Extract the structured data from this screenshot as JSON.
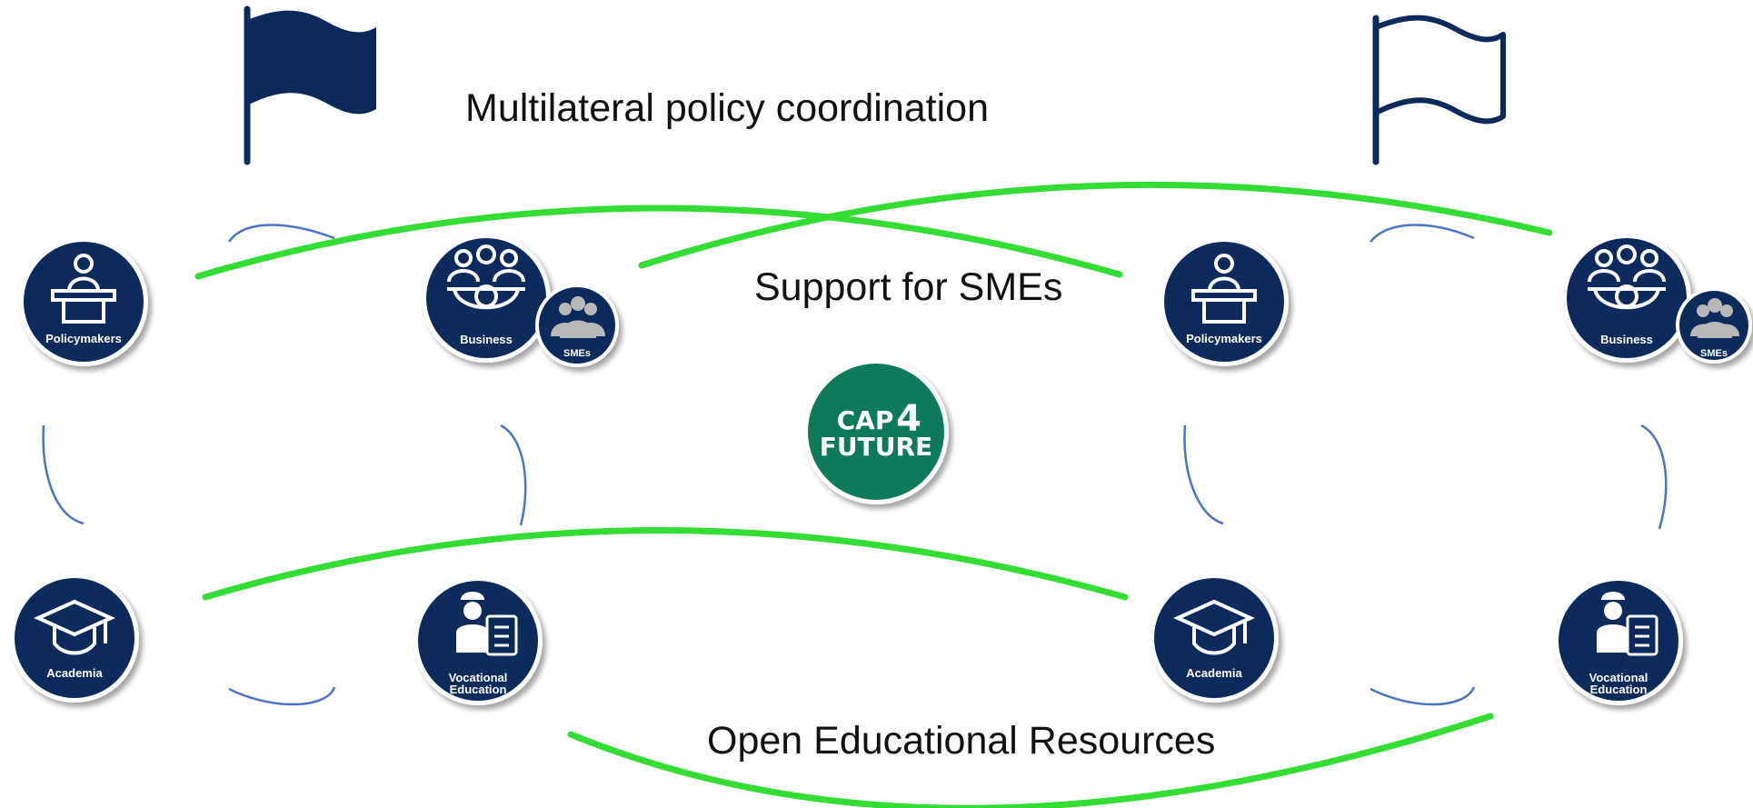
{
  "colors": {
    "navy": "#0b2a5b",
    "green_link": "#33dd33",
    "blue_link": "#4a73c8",
    "logo_green": "#087a5a",
    "sme_grey": "#b8b8b8"
  },
  "labels": {
    "multilateral": "Multilateral policy coordination",
    "smes_support": "Support for SMEs",
    "oer": "Open Educational Resources"
  },
  "logo": {
    "line1": "CAP",
    "digit": "4",
    "line2": "FUTURE"
  },
  "clusters": [
    {
      "flag": "filled-flag-icon",
      "nodes": {
        "policymakers": "Policymakers",
        "business": "Business",
        "smes": "SMEs",
        "academia": "Academia",
        "vocational_line1": "Vocational",
        "vocational_line2": "Education"
      }
    },
    {
      "flag": "outline-flag-icon",
      "nodes": {
        "policymakers": "Policymakers",
        "business": "Business",
        "smes": "SMEs",
        "academia": "Academia",
        "vocational_line1": "Vocational",
        "vocational_line2": "Education"
      }
    }
  ]
}
